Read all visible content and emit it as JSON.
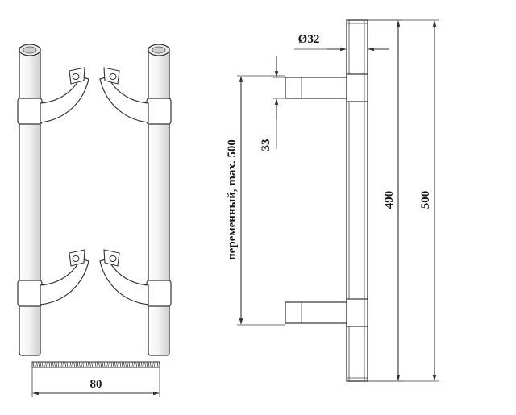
{
  "dimensions": {
    "width_label": "80",
    "diameter_label": "Ø32",
    "offset_label": "33",
    "variable_label": "переменный, max. 500",
    "length_490_label": "490",
    "length_500_label": "500"
  }
}
